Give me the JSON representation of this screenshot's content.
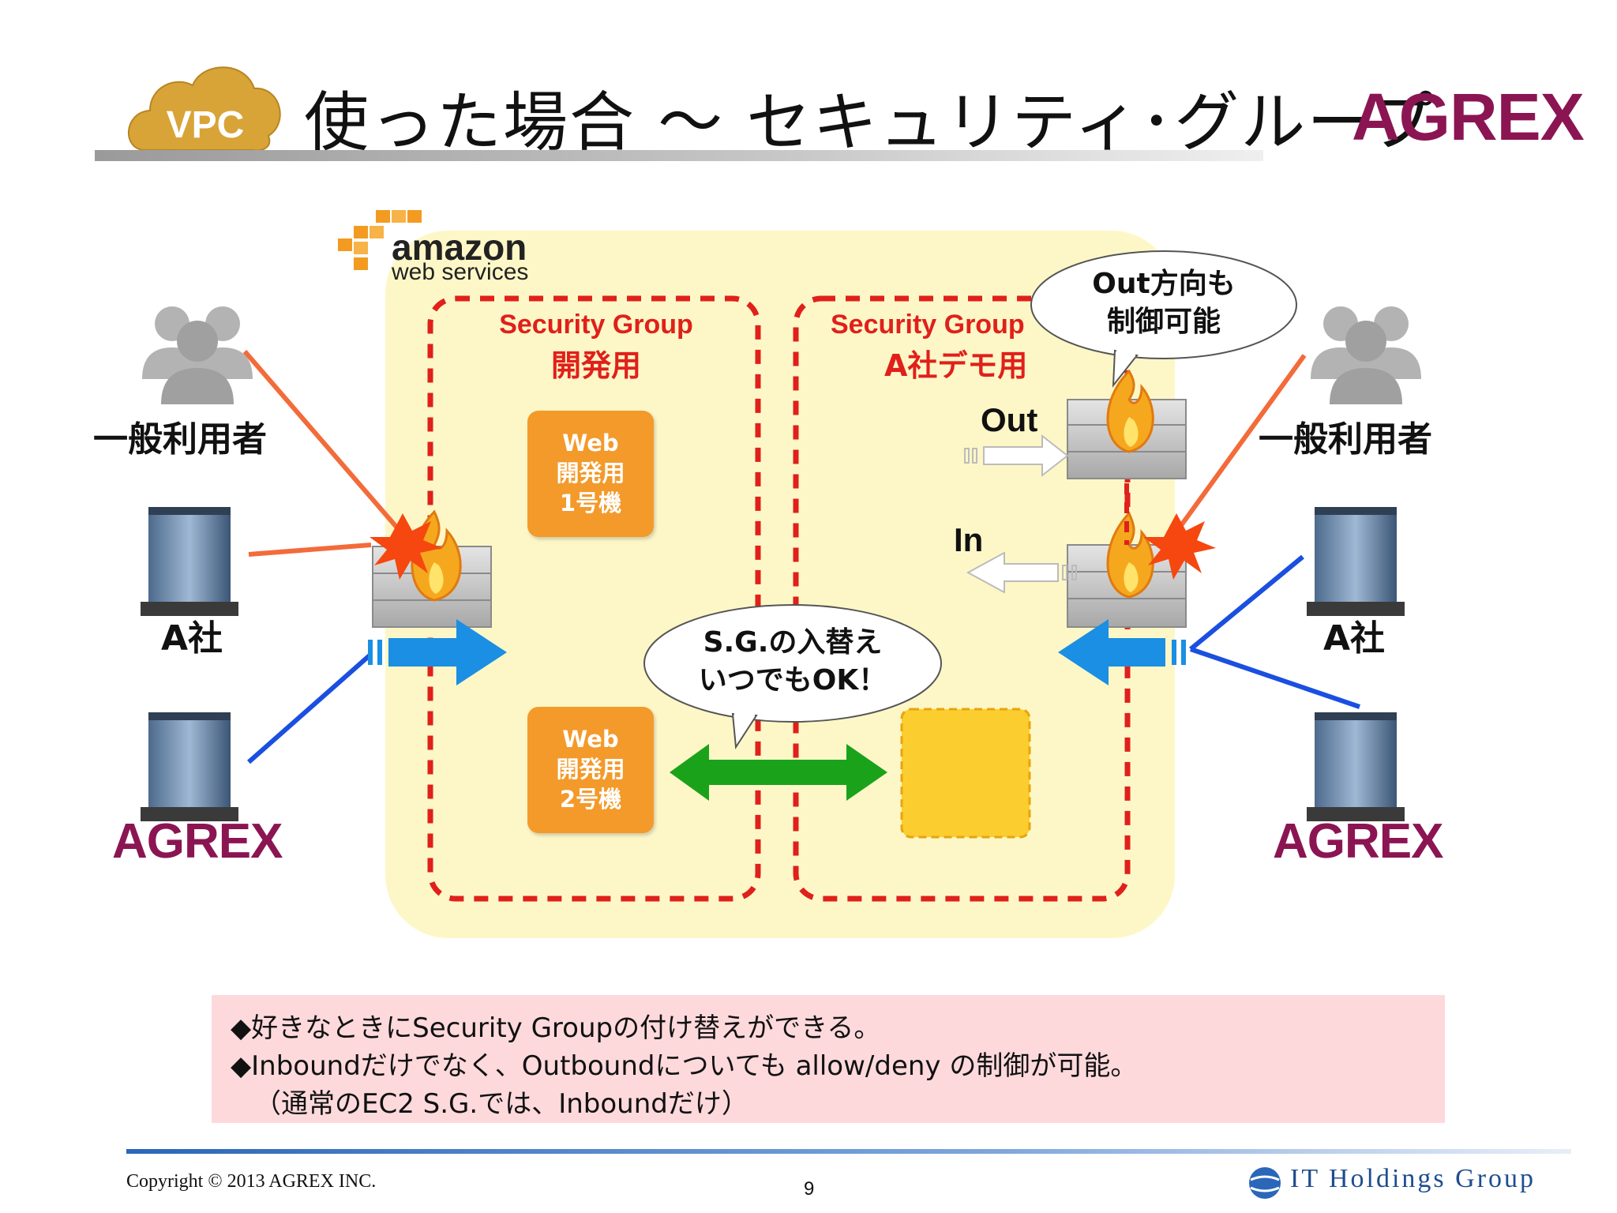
{
  "header": {
    "badge": "VPC",
    "title": "使った場合 ～ セキュリティ･グループ",
    "logo": "AGREX"
  },
  "aws": {
    "word": "amazon",
    "sub": "web services"
  },
  "groups": {
    "dev": {
      "label": "Security Group",
      "sub": "開発用"
    },
    "demo": {
      "label": "Security Group",
      "sub": "A社デモ用"
    }
  },
  "servers": [
    {
      "lines": [
        "Web",
        "開発用",
        "1号機"
      ]
    },
    {
      "lines": [
        "Web",
        "開発用",
        "2号機"
      ]
    }
  ],
  "left_side": {
    "users": "一般利用者",
    "company": "A社",
    "logo": "AGREX"
  },
  "right_side": {
    "users": "一般利用者",
    "company": "A社",
    "logo": "AGREX"
  },
  "callouts": {
    "out_control": [
      "Out方向も",
      "制御可能"
    ],
    "swap": [
      "S.G.の入替え",
      "いつでもOK！"
    ]
  },
  "flows": {
    "out": "Out",
    "in": "In"
  },
  "notes": [
    "◆好きなときにSecurity Groupの付け替えができる。",
    "◆Inboundだけでなく、Outboundについても allow/deny の制御が可能。",
    "（通常のEC2 S.G.では、Inboundだけ）"
  ],
  "footer": {
    "copyright": "Copyright © 2013 AGREX INC.",
    "page": "9",
    "group": "IT Holdings Group"
  },
  "colors": {
    "cloud": "#d8a437",
    "vpc_area": "#fdf7c7",
    "sg_border": "#e0201b",
    "server": "#f39a2b",
    "empty_slot": "#fccd2e",
    "inbound_arrow": "#1a8fe3",
    "swap_arrow": "#1aa31a",
    "logo": "#8b1552",
    "note_bg": "#fdd9dc"
  }
}
